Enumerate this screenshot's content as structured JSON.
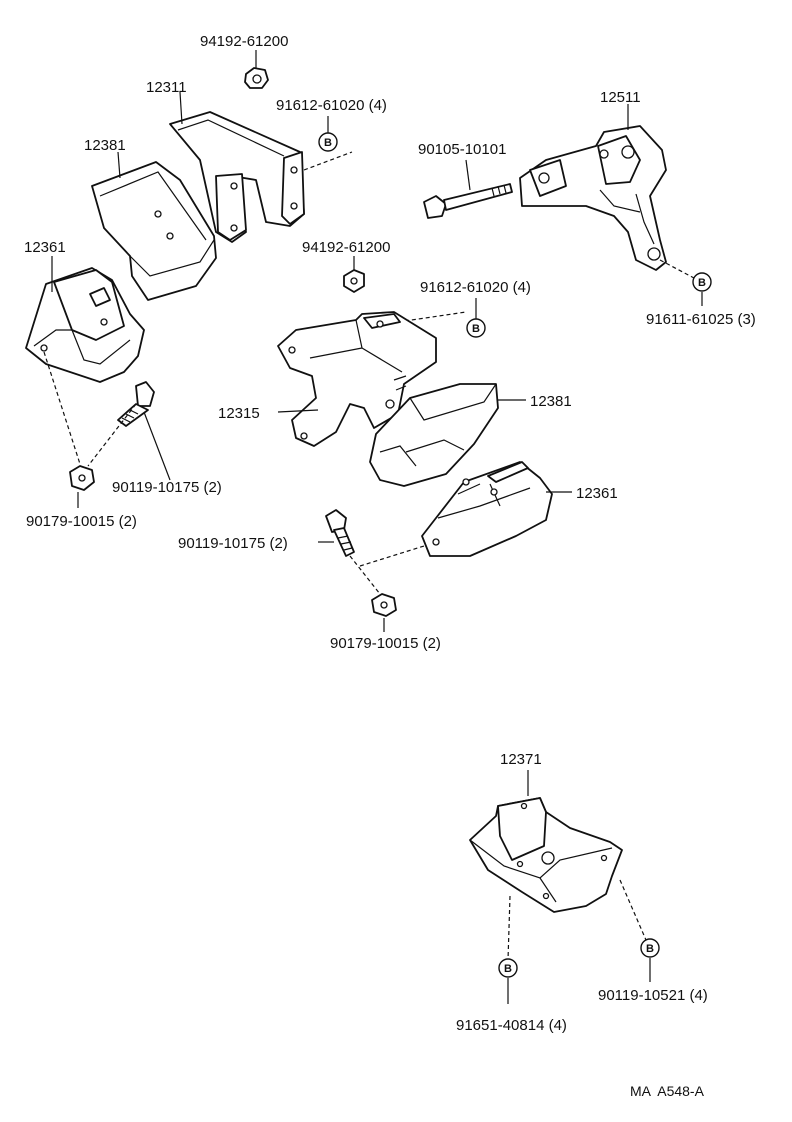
{
  "labels": {
    "nut_94192_61200_top": "94192-61200",
    "bracket_12311": "12311",
    "bolt_91612_61020_top": "91612-61020 (4)",
    "insulator_12381_left": "12381",
    "insulator_12361_left": "12361",
    "bolt_90119_10175_left": "90119-10175 (2)",
    "nut_90179_10015_left": "90179-10015 (2)",
    "bolt_90105_10101": "90105-10101",
    "bracket_12511": "12511",
    "bolt_91611_61025": "91611-61025 (3)",
    "nut_94192_61200_mid": "94192-61200",
    "bolt_91612_61020_mid": "91612-61020 (4)",
    "bracket_12315": "12315",
    "insulator_12381_right": "12381",
    "insulator_12361_right": "12361",
    "bolt_90119_10175_mid": "90119-10175 (2)",
    "nut_90179_10015_mid": "90179-10015 (2)",
    "insulator_12371": "12371",
    "bolt_90119_10521": "90119-10521 (4)",
    "bolt_91651_40814": "91651-40814 (4)",
    "ref_code": "MA  A548-A"
  },
  "callout_letter": "B"
}
